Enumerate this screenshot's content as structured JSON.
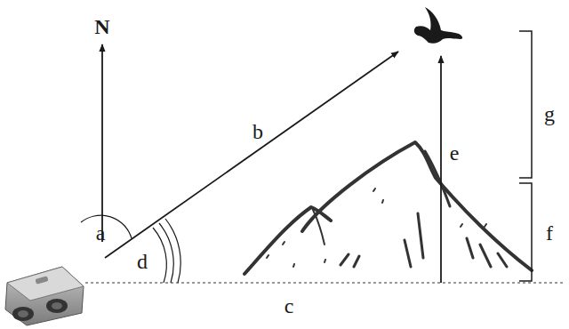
{
  "diagram": {
    "labels": [
      "N",
      "a",
      "b",
      "c",
      "d",
      "e",
      "f",
      "g"
    ]
  }
}
